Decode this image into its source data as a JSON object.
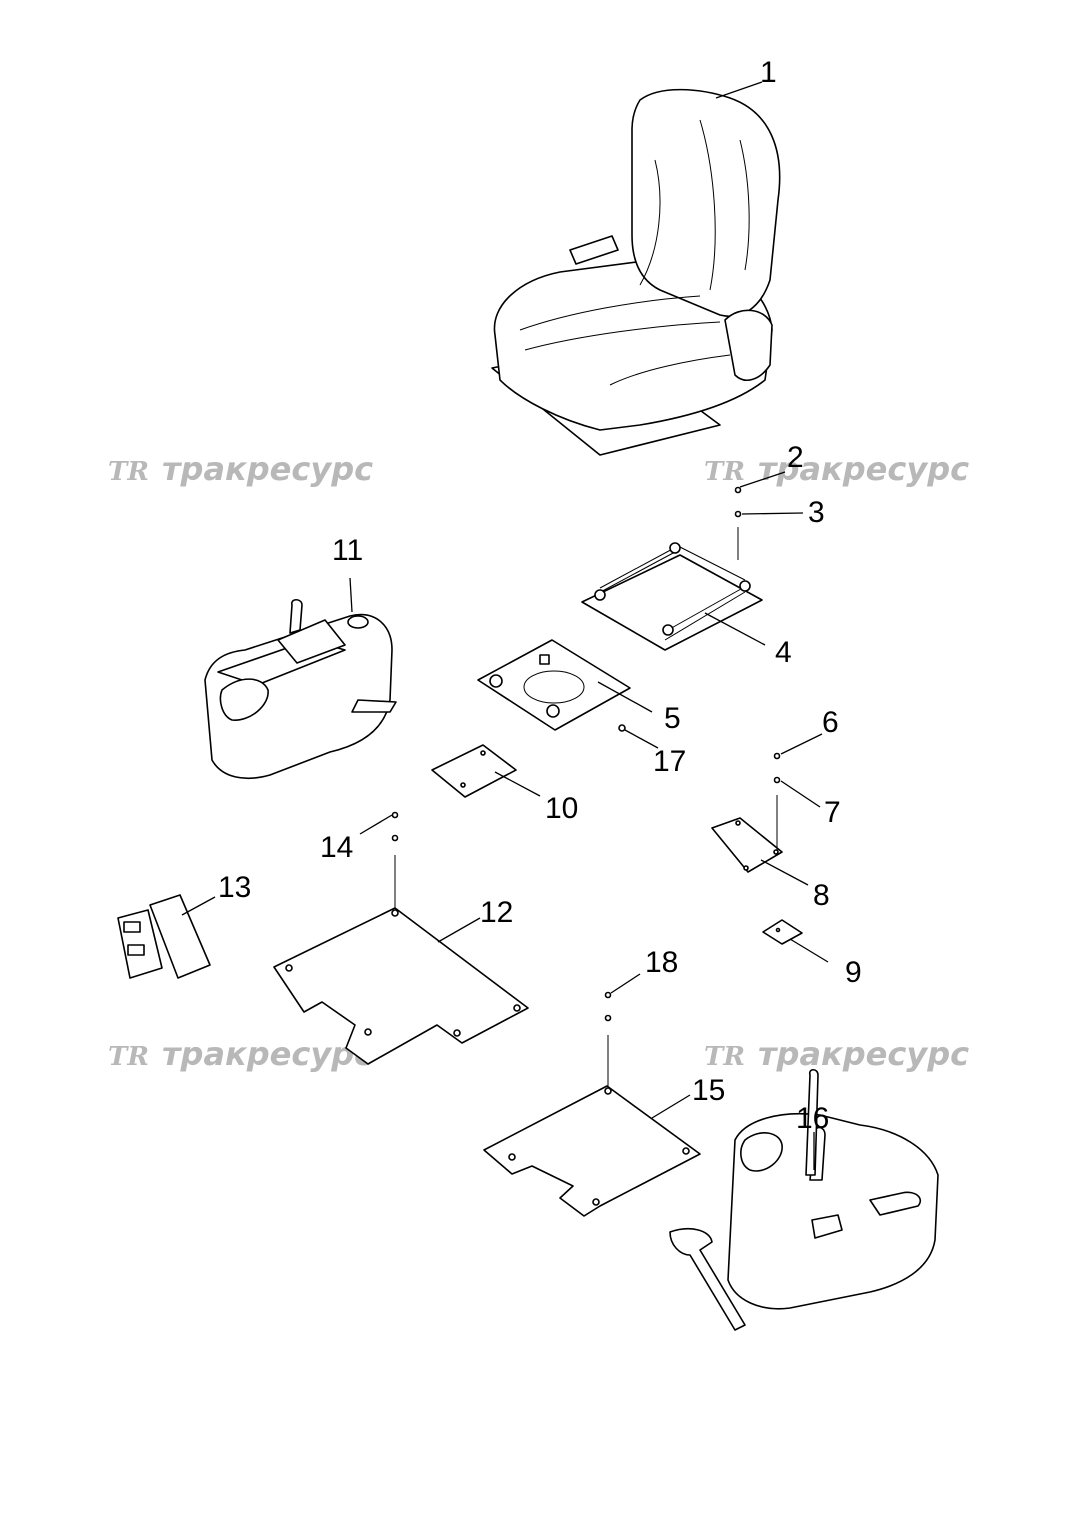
{
  "watermark": {
    "logo": "TR",
    "brand": "тракресурс"
  },
  "callouts": [
    "1",
    "2",
    "3",
    "4",
    "5",
    "6",
    "7",
    "8",
    "9",
    "10",
    "11",
    "12",
    "13",
    "14",
    "15",
    "16",
    "17",
    "18"
  ]
}
